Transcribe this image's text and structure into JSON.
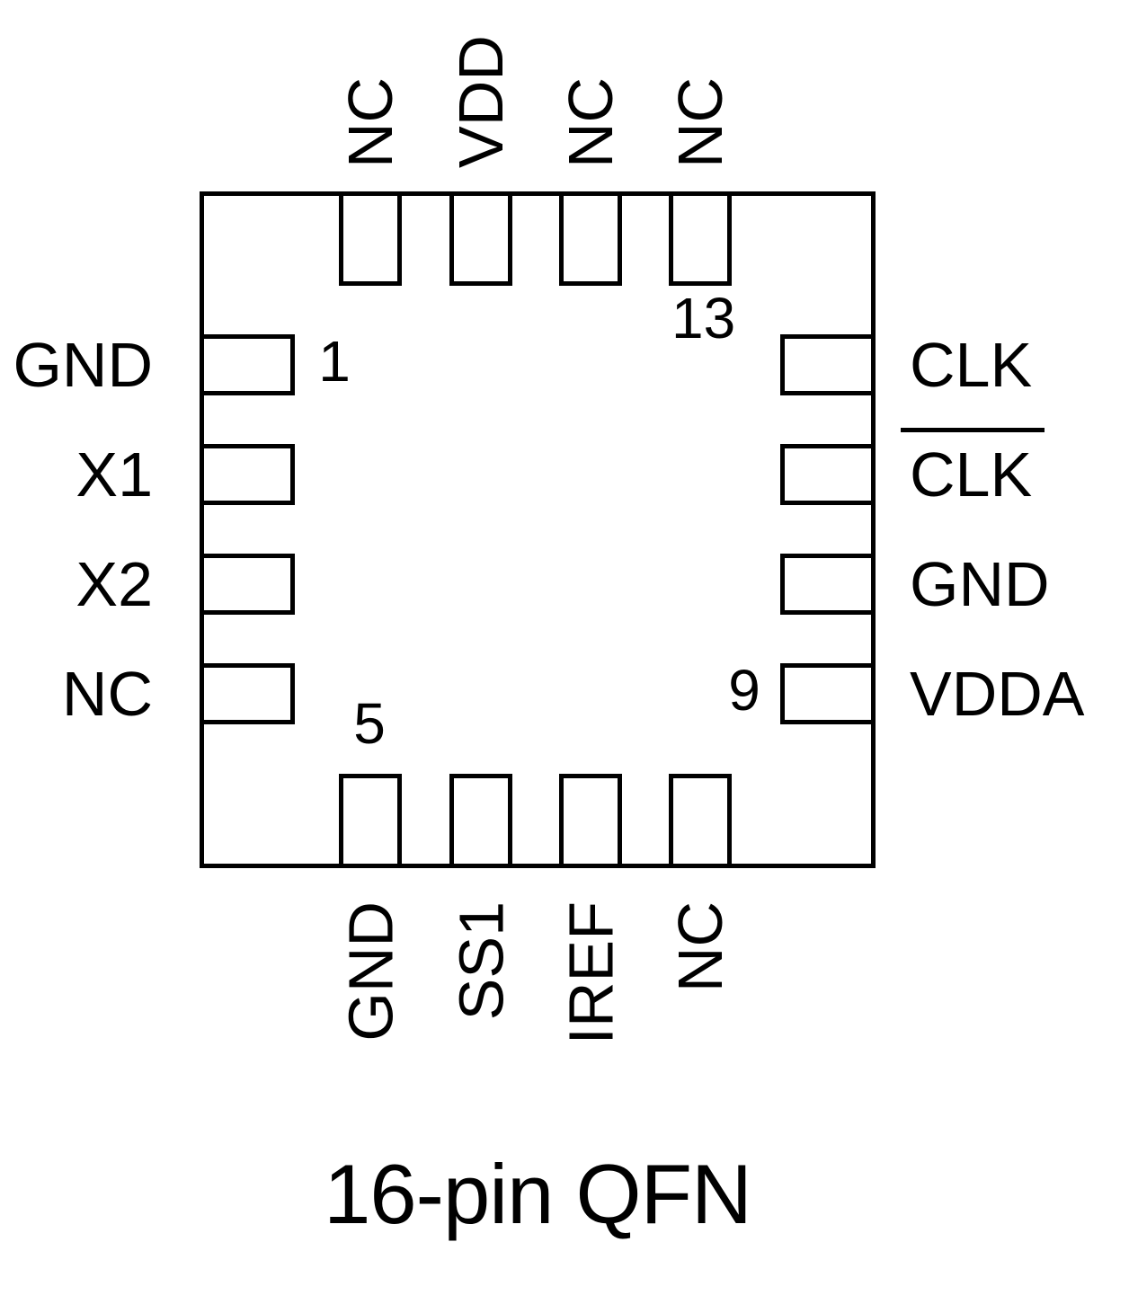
{
  "colors": {
    "ink": "#000000",
    "background": "#ffffff"
  },
  "title": "16-pin QFN",
  "chip": {
    "pins": {
      "left": [
        {
          "label": "GND",
          "number": "1"
        },
        {
          "label": "X1"
        },
        {
          "label": "X2"
        },
        {
          "label": "NC"
        }
      ],
      "bottom": [
        {
          "label": "GND",
          "number": "5"
        },
        {
          "label": "SS1"
        },
        {
          "label": "IREF"
        },
        {
          "label": "NC"
        }
      ],
      "right": [
        {
          "label": "CLK"
        },
        {
          "label": "CLK",
          "overline": true
        },
        {
          "label": "GND"
        },
        {
          "label": "VDDA",
          "number": "9"
        }
      ],
      "top": [
        {
          "label": "NC"
        },
        {
          "label": "VDD"
        },
        {
          "label": "NC"
        },
        {
          "label": "NC",
          "number": "13"
        }
      ]
    }
  }
}
